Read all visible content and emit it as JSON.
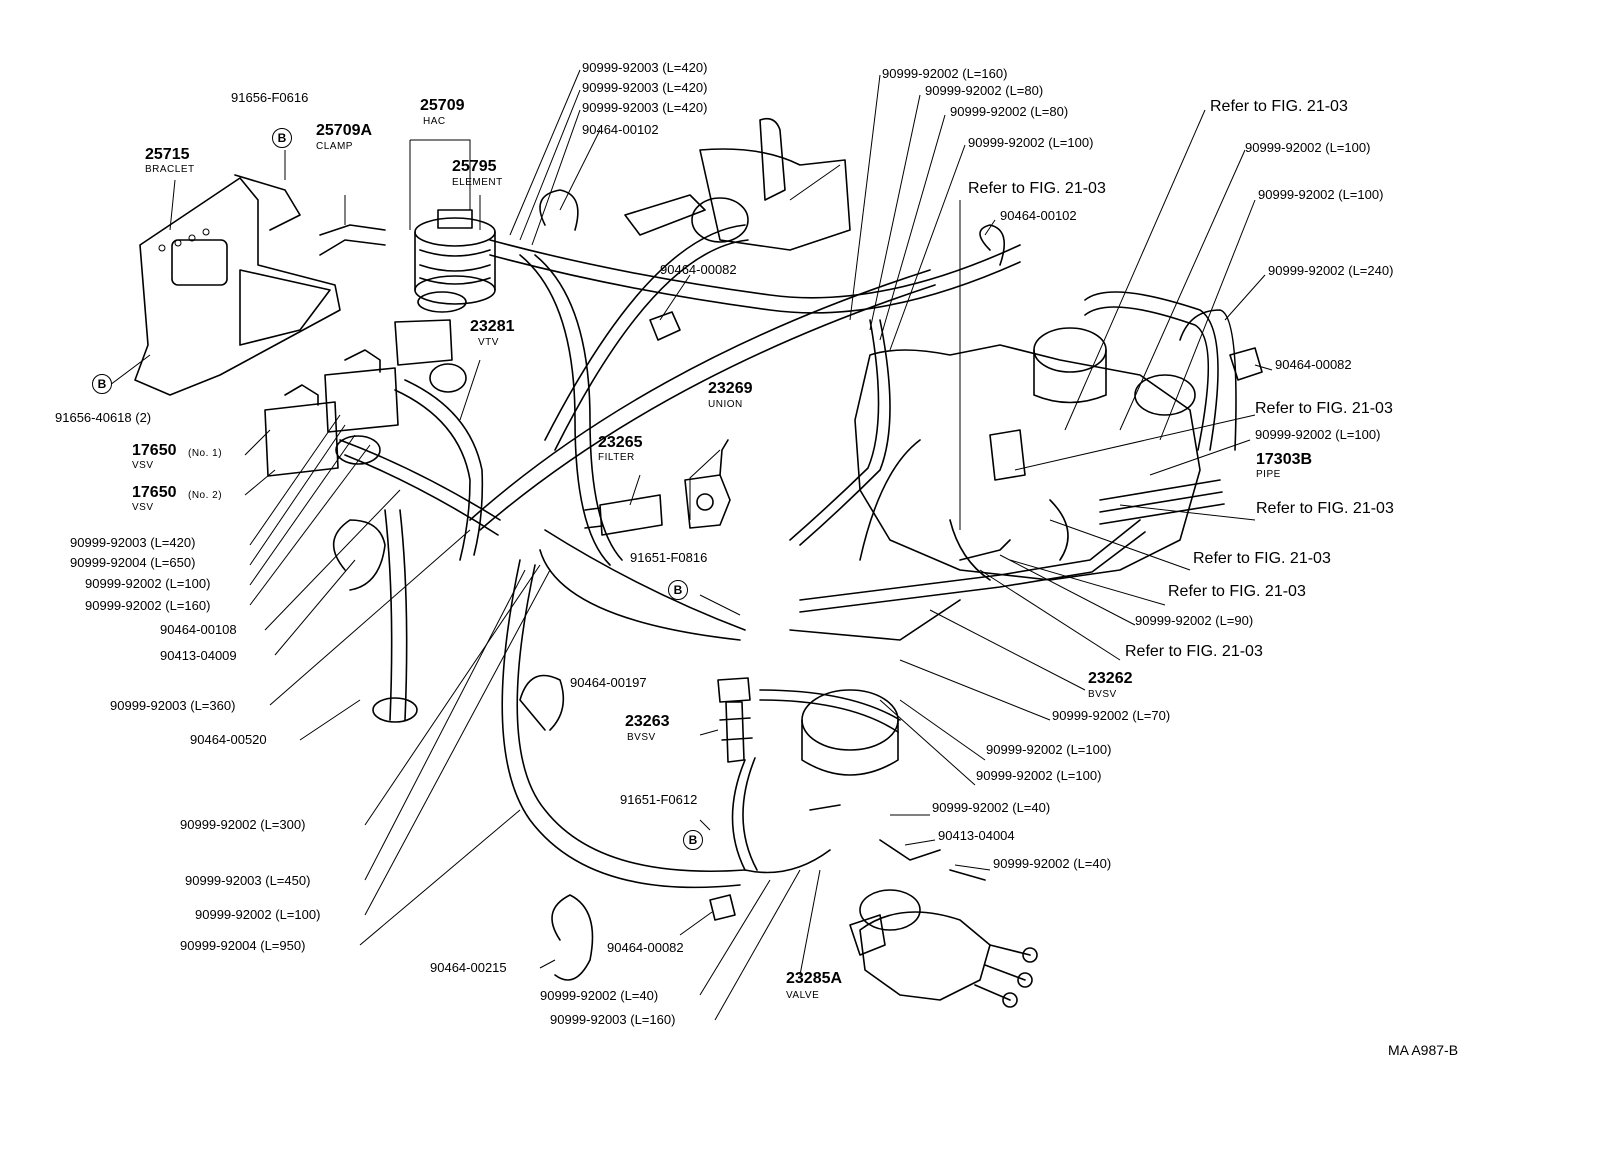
{
  "labels": {
    "l_91656_F0616": "91656-F0616",
    "l_25715": "25715",
    "l_bracelet": "BRACLET",
    "l_25709A": "25709A",
    "l_clamp": "CLAMP",
    "l_25709": "25709",
    "l_hac": "HAC",
    "l_25795": "25795",
    "l_element": "ELEMENT",
    "l_91656_40618": "91656-40618 (2)",
    "l_23281": "23281",
    "l_vtv": "VTV",
    "l_17650_1": "17650",
    "l_17650_1s": "(No. 1)",
    "l_vsv1": "VSV",
    "l_17650_2": "17650",
    "l_17650_2s": "(No. 2)",
    "l_vsv2": "VSV",
    "l_t1": "90999-92003 (L=420)",
    "l_t2": "90999-92004 (L=650)",
    "l_t3": "90999-92002 (L=100)",
    "l_t4": "90999-92002 (L=160)",
    "l_t5": "90464-00108",
    "l_t6": "90413-04009",
    "l_t7": "90999-92003 (L=360)",
    "l_t8": "90464-00520",
    "l_t9": "90999-92002 (L=300)",
    "l_t10": "90999-92003 (L=450)",
    "l_t11": "90999-92002 (L=100)",
    "l_t12": "90999-92004 (L=950)",
    "l_t13": "90464-00215",
    "l_t14": "90999-92002 (L=40)",
    "l_t15": "90999-92003 (L=160)",
    "l_t16": "90464-00082",
    "l_23285A": "23285A",
    "l_valve": "VALVE",
    "l_91651_F0612": "91651-F0612",
    "l_23263": "23263",
    "l_bvsv1": "BVSV",
    "l_90464_00197": "90464-00197",
    "l_91651_F0816": "91651-F0816",
    "l_23265": "23265",
    "l_filter": "FILTER",
    "l_23269": "23269",
    "l_union": "UNION",
    "l_top1": "90999-92003 (L=420)",
    "l_top2": "90999-92003 (L=420)",
    "l_top3": "90999-92003 (L=420)",
    "l_top4": "90464-00102",
    "l_top5": "90464-00082",
    "l_top6": "90999-92002 (L=160)",
    "l_top7": "90999-92002 (L=80)",
    "l_top8": "90999-92002 (L=80)",
    "l_top9": "90999-92002 (L=100)",
    "l_top10": "Refer to FIG. 21-03",
    "l_top11": "90464-00102",
    "l_top12": "Refer to FIG. 21-03",
    "l_r1": "90999-92002 (L=100)",
    "l_r2": "90999-92002 (L=100)",
    "l_r3": "90999-92002 (L=240)",
    "l_r4": "90464-00082",
    "l_r5": "Refer to FIG. 21-03",
    "l_r6": "90999-92002 (L=100)",
    "l_17303B": "17303B",
    "l_pipe": "PIPE",
    "l_r7": "Refer to FIG. 21-03",
    "l_r8": "Refer to FIG. 21-03",
    "l_r9": "Refer to FIG. 21-03",
    "l_r10": "90999-92002 (L=90)",
    "l_r11": "Refer to FIG. 21-03",
    "l_23262": "23262",
    "l_bvsv2": "BVSV",
    "l_r12": "90999-92002 (L=70)",
    "l_r13": "90999-92002 (L=100)",
    "l_r14": "90999-92002 (L=100)",
    "l_b1": "90999-92002 (L=40)",
    "l_b2": "90413-04004",
    "l_b3": "90999-92002 (L=40)",
    "l_code": "MA  A987-B",
    "circle_b": "B"
  }
}
